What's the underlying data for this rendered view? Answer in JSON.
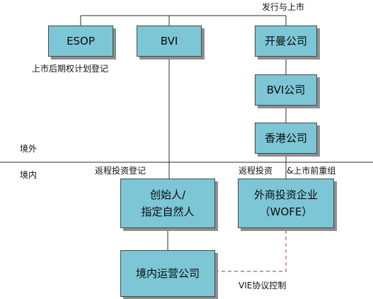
{
  "diagram": {
    "nodes": {
      "esop": "ESOP",
      "bvi_top": "BVI",
      "kaiman": "开曼公司",
      "bvi_company": "BVI公司",
      "hk_company": "香港公司",
      "founder": "创始人/\n指定自然人",
      "wofe": "外商投资企业\n（WOFE）",
      "domestic_company": "境内运营公司"
    },
    "annotations": {
      "listing": "发行与上市",
      "esop_registration": "上市后期权计划登记",
      "overseas": "境外",
      "domestic": "境内",
      "return_registration": "返程投资登记",
      "return_investment": "返程投资",
      "restructure": "&上市前重组",
      "vie": "VIE协议控制"
    },
    "colors": {
      "node_fill": "#7cc6d6",
      "node_border": "#3f4a4d",
      "line": "#2b2b2b",
      "dashed_line": "#9b3a3a",
      "shadow": "#8e8e8e"
    }
  }
}
